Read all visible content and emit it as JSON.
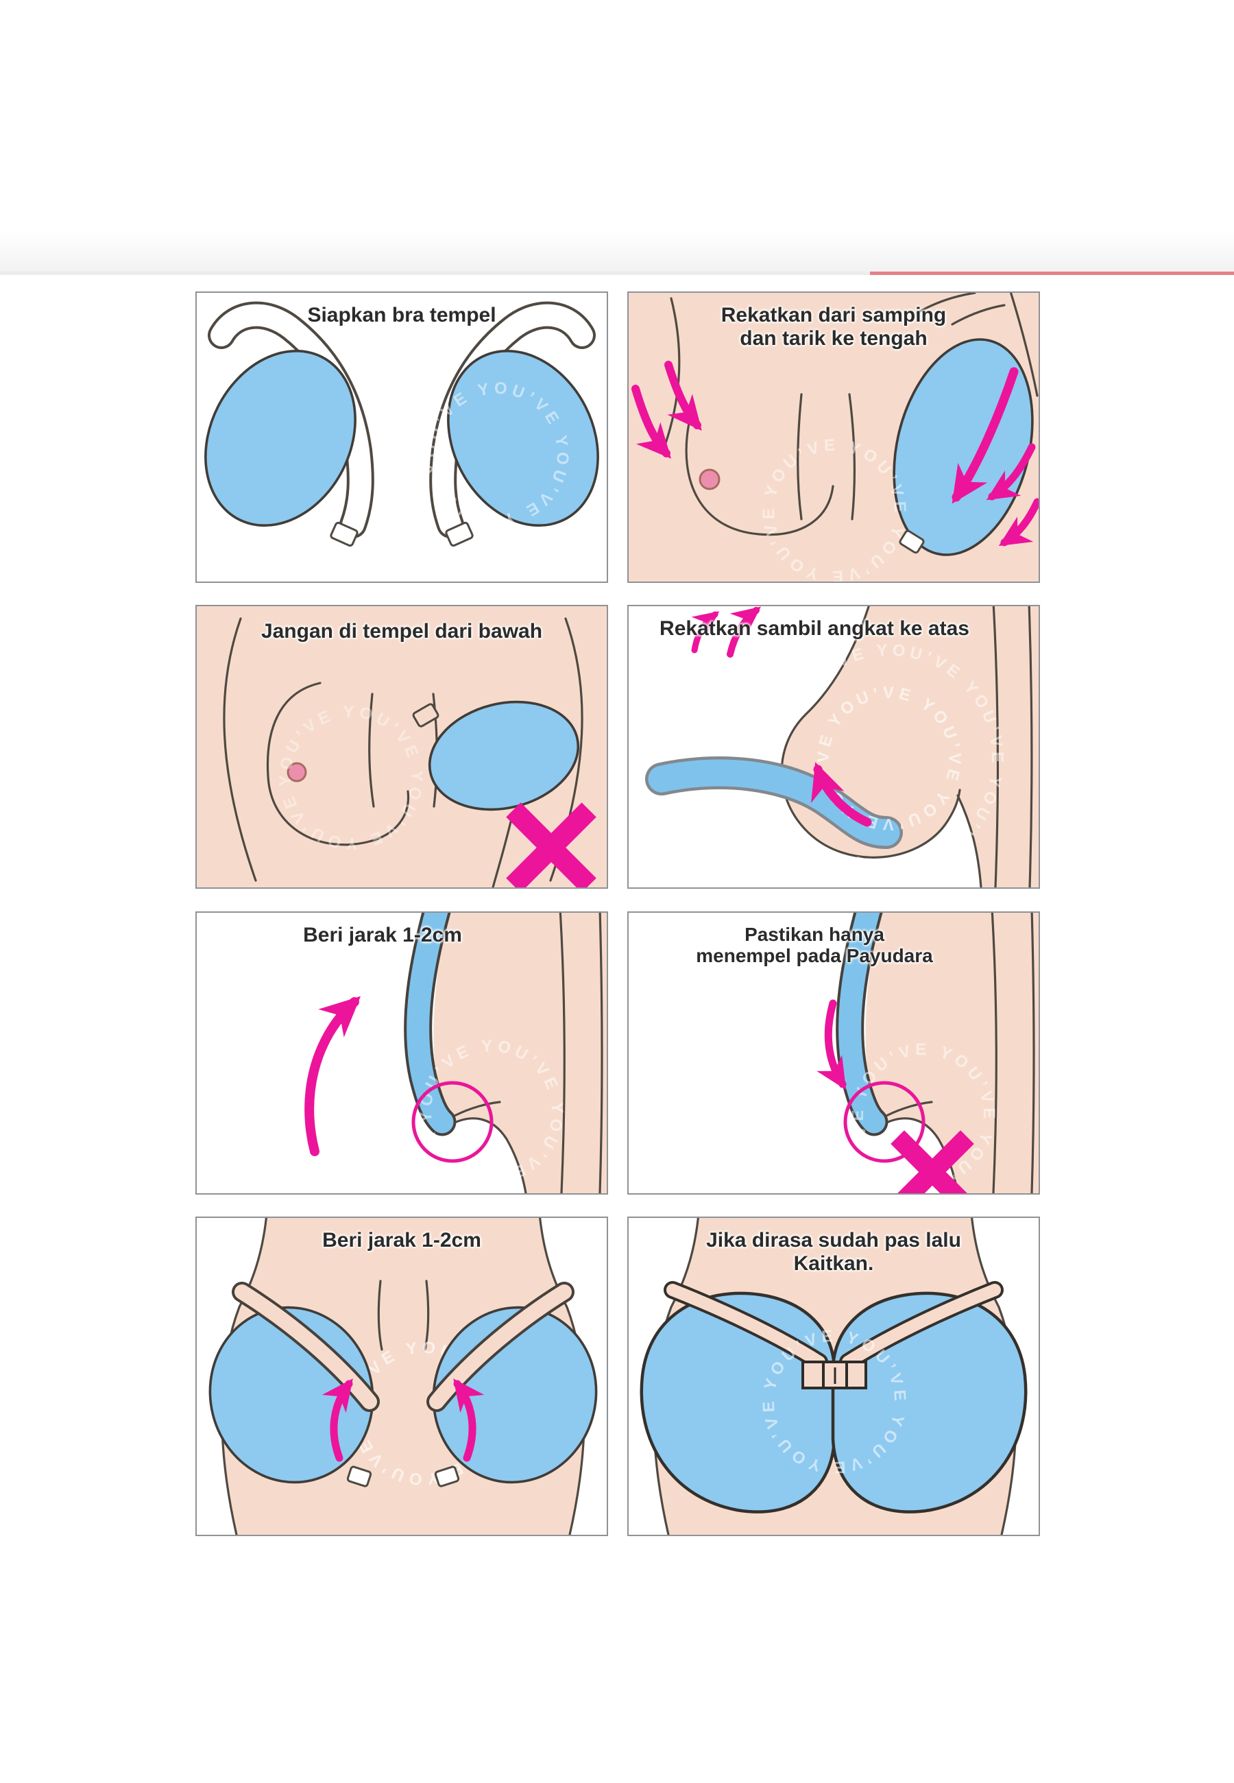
{
  "watermark": {
    "text": "YOU’VE YOU’VE YOU’VE YOU’VE YOU’VE",
    "color": "#ffffff"
  },
  "divider": {
    "grey_color": "#ececec",
    "accent_color": "#e28387"
  },
  "colors": {
    "skin": "#f6dbcc",
    "cup_blue": "#8ec9ef",
    "outline": "#4f4942",
    "magenta": "#ec149b",
    "panel_border": "#8f9296",
    "title_text": "#2b2b2b",
    "nipple_fill": "#ec8fae"
  },
  "panels": [
    {
      "id": "step-1",
      "title": "Siapkan bra tempel"
    },
    {
      "id": "step-2",
      "title": "Rekatkan dari samping dan tarik ke tengah"
    },
    {
      "id": "step-3",
      "title": "Jangan di tempel dari bawah"
    },
    {
      "id": "step-4",
      "title": "Rekatkan sambil angkat ke atas"
    },
    {
      "id": "step-5",
      "title": "Beri jarak 1-2cm"
    },
    {
      "id": "step-6",
      "title": "Pastikan hanya menempel pada Payudara"
    },
    {
      "id": "step-7",
      "title": "Beri jarak 1-2cm"
    },
    {
      "id": "step-8",
      "title": "Jika dirasa sudah pas lalu Kaitkan."
    }
  ]
}
